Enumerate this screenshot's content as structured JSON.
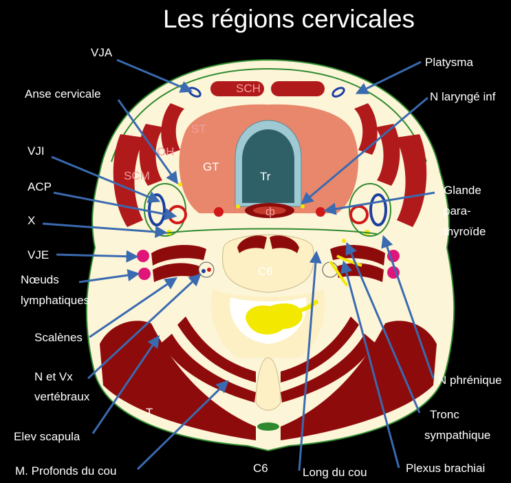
{
  "title": "Les régions cervicales",
  "colors": {
    "background": "#000000",
    "skin": "#fdf5d8",
    "muscle_dark": "#8e0b0b",
    "muscle_red": "#b11a1a",
    "thyroid": "#e8876c",
    "trachea_outer": "#9fc9d3",
    "trachea_inner": "#2f6068",
    "arrow": "#3a6ab0",
    "fascia": "#2f8a2f",
    "vein": "#1b3fa0",
    "artery": "#d01818",
    "node": "#e0157a",
    "spinal": "#f2e800"
  },
  "labels": {
    "left": [
      "VJA",
      "Anse cervicale",
      "VJI",
      "ACP",
      "X",
      "VJE",
      "Nœuds",
      "lymphatiques",
      "Scalènes",
      "N et Vx",
      "vertébraux",
      "Elev scapula",
      "M. Profonds du cou"
    ],
    "right": [
      "Platysma",
      "N laryngé inf",
      "Glande",
      "para-",
      "thyroïde",
      "N phrénique",
      "Tronc",
      "sympathique",
      "Plexus brachiai"
    ],
    "bottom": [
      "C6",
      "Long du cou"
    ]
  },
  "inner_labels": {
    "sch": "SCH",
    "st": "ST",
    "oh": "OH",
    "scm": "SCM",
    "gt": "GT",
    "tr": "Tr",
    "phi": "ф",
    "c6_body": "C6",
    "trap": "T"
  }
}
